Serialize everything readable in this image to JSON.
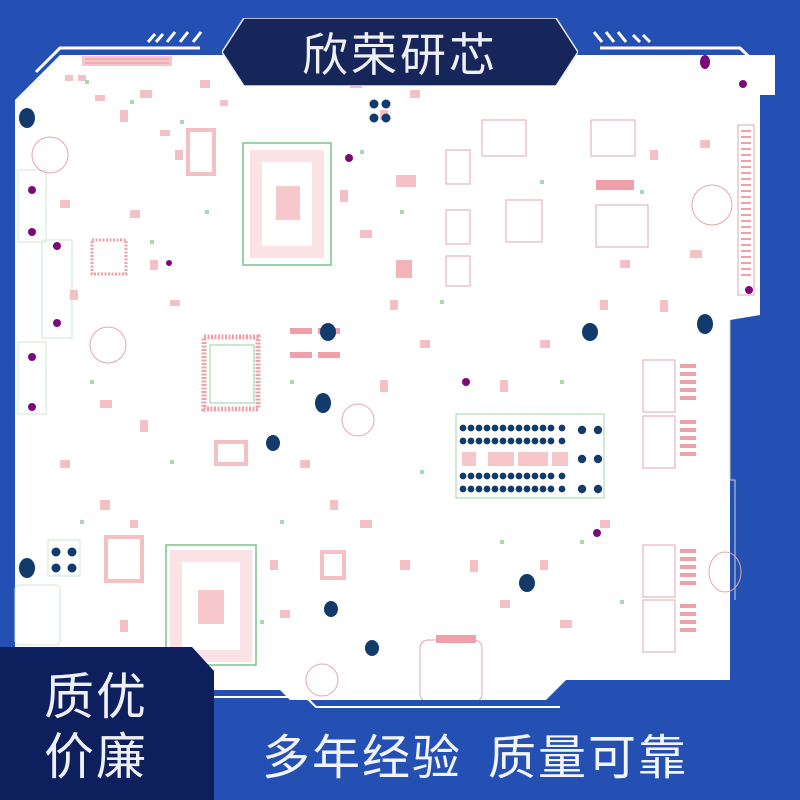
{
  "header": {
    "title": "欣荣研芯"
  },
  "badge": {
    "line1": "质优",
    "line2": "价廉"
  },
  "slogan": {
    "part1": "多年经验",
    "part2": "质量可靠"
  },
  "colors": {
    "background_blue": "#2450b4",
    "navy": "#16255a",
    "badge_navy": "#0e1f5e",
    "pcb_board": "#ffffff",
    "pad_pink": "#f0a0a8",
    "silk_green": "#7cc48a",
    "via_navy": "#123a6a",
    "via_purple": "#7a0a7a",
    "accent_line": "#ffffff"
  },
  "image": {
    "subject": "printed-circuit-board-layout",
    "features": [
      "BGA chip footprints",
      "QFP chip footprint",
      "connector header",
      "mounting holes",
      "SMD component pads"
    ]
  }
}
